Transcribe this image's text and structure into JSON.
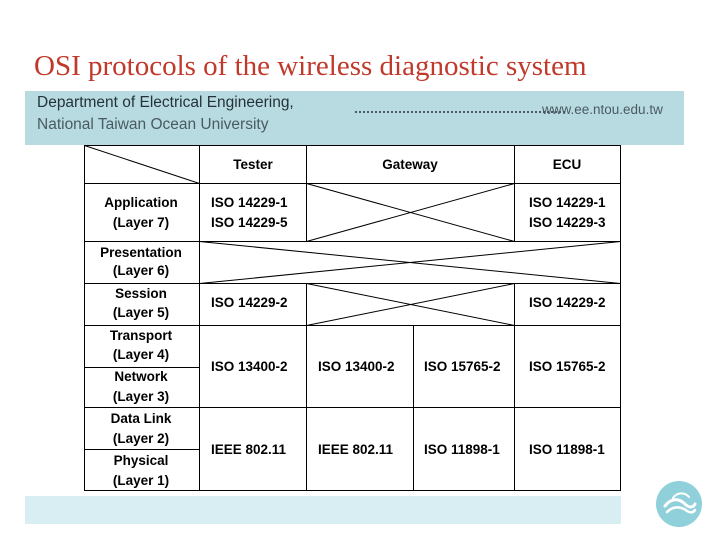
{
  "slide": {
    "title": "OSI protocols of the wireless diagnostic system"
  },
  "header": {
    "department": "Department of Electrical Engineering,",
    "university": "National Taiwan Ocean University",
    "url": "www.ee.ntou.edu.tw"
  },
  "table": {
    "columns": [
      "Tester",
      "Gateway",
      "ECU"
    ],
    "layers": [
      [
        "Application",
        "(Layer 7)"
      ],
      [
        "Presentation",
        "(Layer 6)"
      ],
      [
        "Session",
        "(Layer 5)"
      ],
      [
        "Transport",
        "(Layer 4)"
      ],
      [
        "Network",
        "(Layer 3)"
      ],
      [
        "Data Link",
        "(Layer 2)"
      ],
      [
        "Physical",
        "(Layer 1)"
      ]
    ],
    "application": {
      "tester": [
        "ISO 14229-1",
        "ISO 14229-5"
      ],
      "ecu": [
        "ISO 14229-1",
        "ISO 14229-3"
      ]
    },
    "session": {
      "tester": "ISO 14229-2",
      "ecu": "ISO 14229-2"
    },
    "transport_network": [
      "ISO 13400-2",
      "ISO 13400-2",
      "ISO 15765-2",
      "ISO 15765-2"
    ],
    "datalink_physical": [
      "IEEE 802.11",
      "IEEE 802.11",
      "ISO 11898-1",
      "ISO 11898-1"
    ]
  }
}
